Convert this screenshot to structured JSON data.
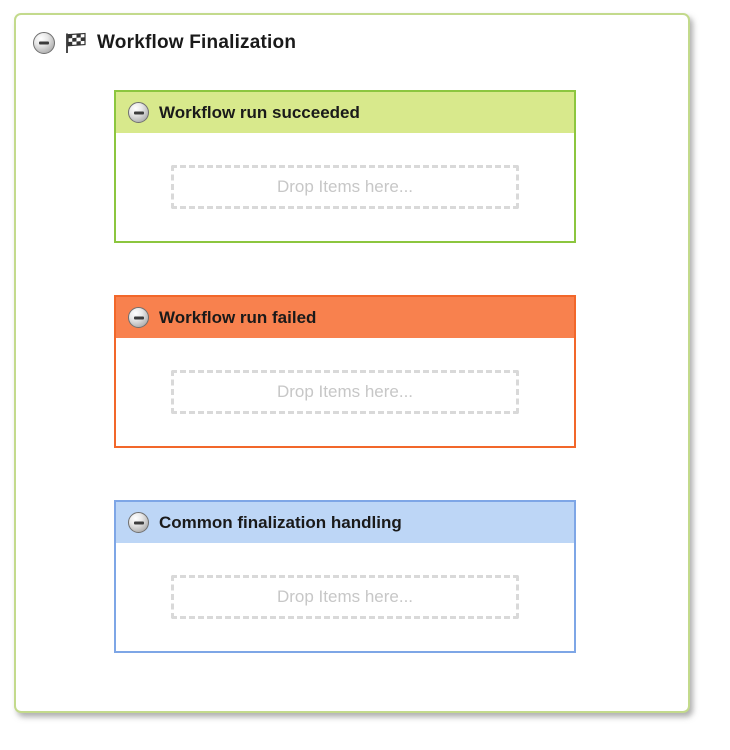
{
  "page": {
    "title": "Workflow Finalization",
    "container_border": "#c3da8c"
  },
  "sections": [
    {
      "title": "Workflow run succeeded",
      "drop_placeholder": "Drop Items here...",
      "colors": {
        "border": "#8cc63f",
        "header_bg": "#d8e98c"
      }
    },
    {
      "title": "Workflow run failed",
      "drop_placeholder": "Drop Items here...",
      "colors": {
        "border": "#f2672a",
        "header_bg": "#f8814e"
      }
    },
    {
      "title": "Common finalization handling",
      "drop_placeholder": "Drop Items here...",
      "colors": {
        "border": "#7ea6e6",
        "header_bg": "#bdd6f6"
      }
    }
  ]
}
